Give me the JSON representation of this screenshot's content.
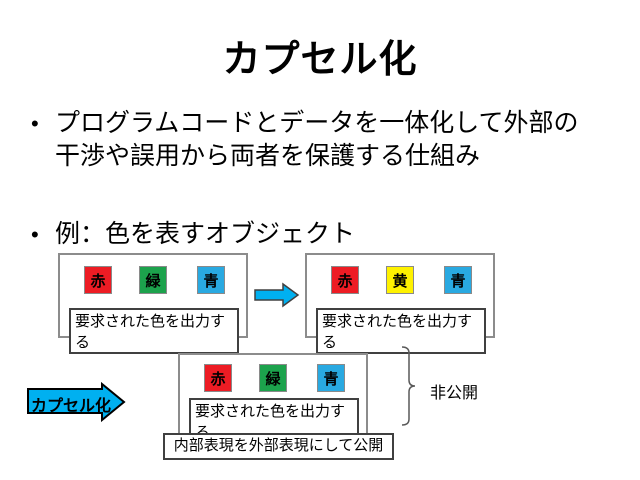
{
  "slide": {
    "title": "カプセル化",
    "bullet_marker": "•",
    "bullets": [
      {
        "lines": [
          "プログラムコードとデータを一体化して外部の",
          "干渉や誤用から両者を保護する仕組み"
        ]
      },
      {
        "lines": [
          "例：色を表すオブジェクト"
        ]
      }
    ]
  },
  "diagram": {
    "groups": [
      {
        "name": "before",
        "chips": [
          {
            "label": "赤",
            "color": "#ED1C24"
          },
          {
            "label": "緑",
            "color": "#1CA24C"
          },
          {
            "label": "青",
            "color": "#29A9E1"
          }
        ],
        "caption_lines": [
          "要求された色を出力す",
          "る"
        ]
      },
      {
        "name": "after",
        "chips": [
          {
            "label": "赤",
            "color": "#ED1C24"
          },
          {
            "label": "黄",
            "color": "#FFF200"
          },
          {
            "label": "青",
            "color": "#29A9E1"
          }
        ],
        "caption_lines": [
          "要求された色を出力す",
          "る"
        ]
      },
      {
        "name": "encapsulated",
        "chips": [
          {
            "label": "赤",
            "color": "#ED1C24"
          },
          {
            "label": "緑",
            "color": "#1CA24C"
          },
          {
            "label": "青",
            "color": "#29A9E1"
          }
        ],
        "caption_lines": [
          "要求された色を出力す",
          "る"
        ]
      }
    ],
    "arrow_color": "#00B0F0",
    "encapsulation_arrow_label": "カプセル化",
    "private_label": "非公開",
    "publish_label": "内部表現を外部表現にして公開"
  }
}
